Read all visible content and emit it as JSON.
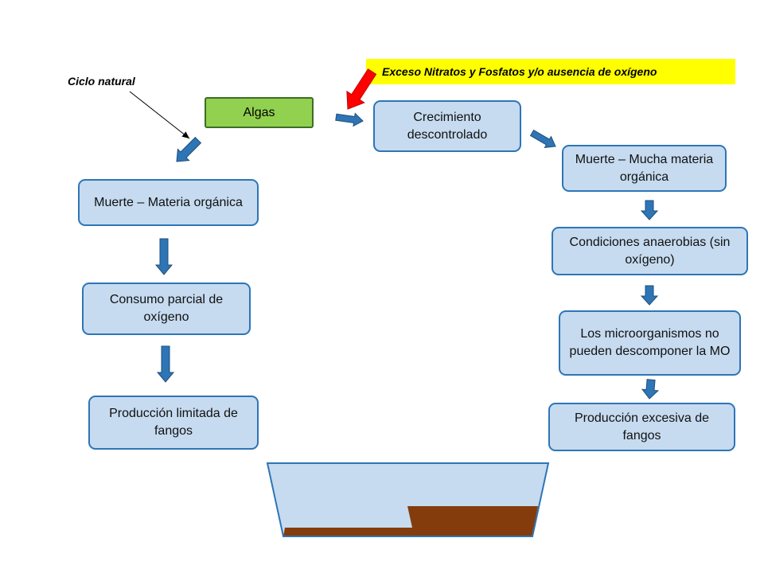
{
  "annotations": {
    "natural_cycle": "Ciclo natural",
    "excess_banner": "Exceso Nitratos y Fosfatos y/o ausencia de oxígeno"
  },
  "nodes": {
    "algas": "Algas",
    "left_1": "Muerte – Materia orgánica",
    "left_2": "Consumo parcial de oxígeno",
    "left_3": "Producción limitada de fangos",
    "right_1": "Crecimiento descontrolado",
    "right_2": "Muerte – Mucha materia orgánica",
    "right_3": "Condiciones anaerobias (sin oxígeno)",
    "right_4": "Los microorganismos no pueden descomponer la MO",
    "right_5": "Producción excesiva de fangos"
  },
  "colors": {
    "box_fill": "#c6dbf0",
    "box_border": "#2e75b6",
    "algae_fill": "#92d050",
    "banner_fill": "#ffff00",
    "flow_arrow": "#2e75b6",
    "warning_arrow": "#ff0000",
    "sludge": "#843c0c"
  }
}
